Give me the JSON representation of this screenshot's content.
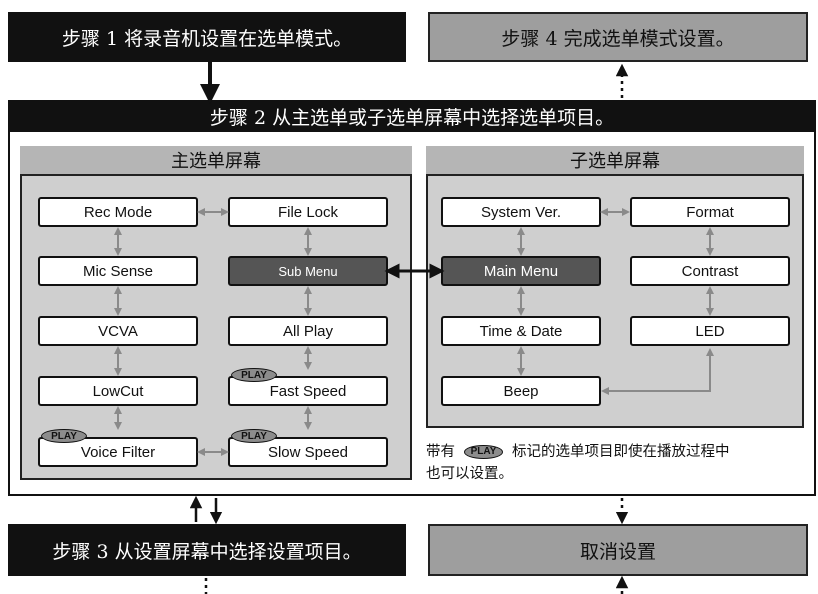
{
  "steps": {
    "step1": "步骤 1 将录音机设置在选单模式。",
    "step2": "步骤 2 从主选单或子选单屏幕中选择选单项目。",
    "step3": "步骤 3 从设置屏幕中选择设置项目。",
    "step4": "步骤 4 完成选单模式设置。",
    "cancel": "取消设置"
  },
  "main_menu_screen": {
    "title": "主选单屏幕",
    "rec_mode": "Rec Mode",
    "file_lock": "File Lock",
    "mic_sense": "Mic Sense",
    "sub_menu": "Sub Menu",
    "vcva": "VCVA",
    "all_play": "All Play",
    "lowcut": "LowCut",
    "fast_speed": "Fast Speed",
    "voice_filter": "Voice Filter",
    "slow_speed": "Slow Speed"
  },
  "sub_menu_screen": {
    "title": "子选单屏幕",
    "system_ver": "System Ver.",
    "format": "Format",
    "main_menu": "Main Menu",
    "contrast": "Contrast",
    "time_date": "Time & Date",
    "led": "LED",
    "beep": "Beep"
  },
  "badge_label": "PLAY",
  "note": {
    "before": "带有",
    "after": "标记的选单项目即使在播放过程中",
    "line2": "也可以设置。"
  },
  "colors": {
    "dark": "#111111",
    "gray_box": "#9e9e9e",
    "panel": "#cfcfcf",
    "highlight": "#555555",
    "badge": "#8c8c8c"
  }
}
